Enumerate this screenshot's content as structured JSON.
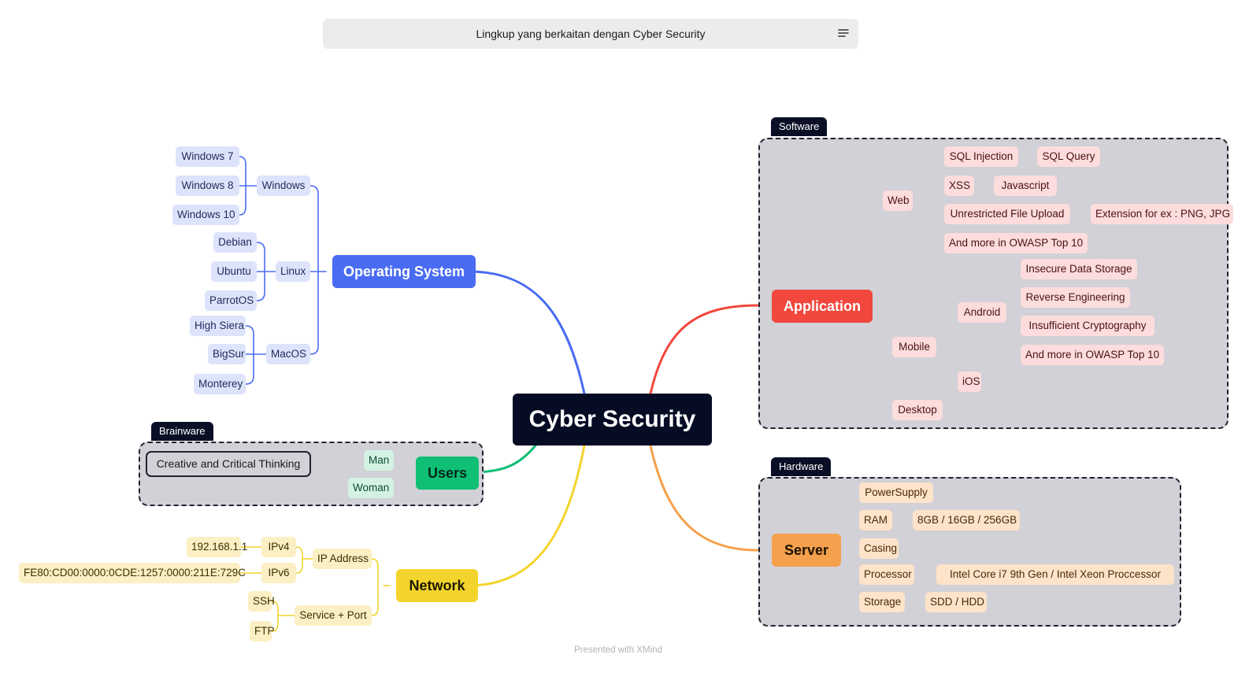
{
  "header": {
    "title": "Lingkup yang berkaitan dengan Cyber Security"
  },
  "root": "Cyber Security",
  "colors": {
    "os": "#4a6cf3",
    "application": "#f1473d",
    "server": "#f5a04c",
    "network": "#f3d42c",
    "users": "#0fbf74",
    "root": "#060c24"
  },
  "boundaries": {
    "software": "Software",
    "hardware": "Hardware",
    "brainware": "Brainware"
  },
  "os": {
    "label": "Operating System",
    "windows": {
      "label": "Windows",
      "items": [
        "Windows 7",
        "Windows 8",
        "Windows 10"
      ]
    },
    "linux": {
      "label": "Linux",
      "items": [
        "Debian",
        "Ubuntu",
        "ParrotOS"
      ]
    },
    "macos": {
      "label": "MacOS",
      "items": [
        "High Siera",
        "BigSur",
        "Monterey"
      ]
    }
  },
  "users": {
    "label": "Users",
    "items": [
      "Man",
      "Woman"
    ],
    "summary": "Creative and Critical Thinking"
  },
  "network": {
    "label": "Network",
    "ip": {
      "label": "IP Address",
      "ipv4": {
        "label": "IPv4",
        "value": "192.168.1.1"
      },
      "ipv6": {
        "label": "IPv6",
        "value": "FE80:CD00:0000:0CDE:1257:0000:211E:729C"
      }
    },
    "service": {
      "label": "Service + Port",
      "items": [
        "SSH",
        "FTP"
      ]
    }
  },
  "application": {
    "label": "Application",
    "web": {
      "label": "Web",
      "sqli": {
        "label": "SQL Injection",
        "child": "SQL Query"
      },
      "xss": {
        "label": "XSS",
        "child": "Javascript"
      },
      "upload": {
        "label": "Unrestricted File Upload",
        "child": "Extension for ex : PNG, JPG"
      },
      "more": "And more in OWASP Top 10"
    },
    "mobile": {
      "label": "Mobile",
      "android": {
        "label": "Android",
        "items": [
          "Insecure Data Storage",
          "Reverse Engineering",
          "Insufficient Cryptography",
          "And more in OWASP Top 10"
        ]
      },
      "ios": "iOS"
    },
    "desktop": "Desktop"
  },
  "server": {
    "label": "Server",
    "powersupply": "PowerSupply",
    "ram": {
      "label": "RAM",
      "child": "8GB / 16GB / 256GB"
    },
    "casing": "Casing",
    "processor": {
      "label": "Processor",
      "child": "Intel Core i7 9th Gen /  Intel Xeon Proccessor"
    },
    "storage": {
      "label": "Storage",
      "child": "SDD / HDD"
    }
  },
  "footer": "Presented with XMind"
}
